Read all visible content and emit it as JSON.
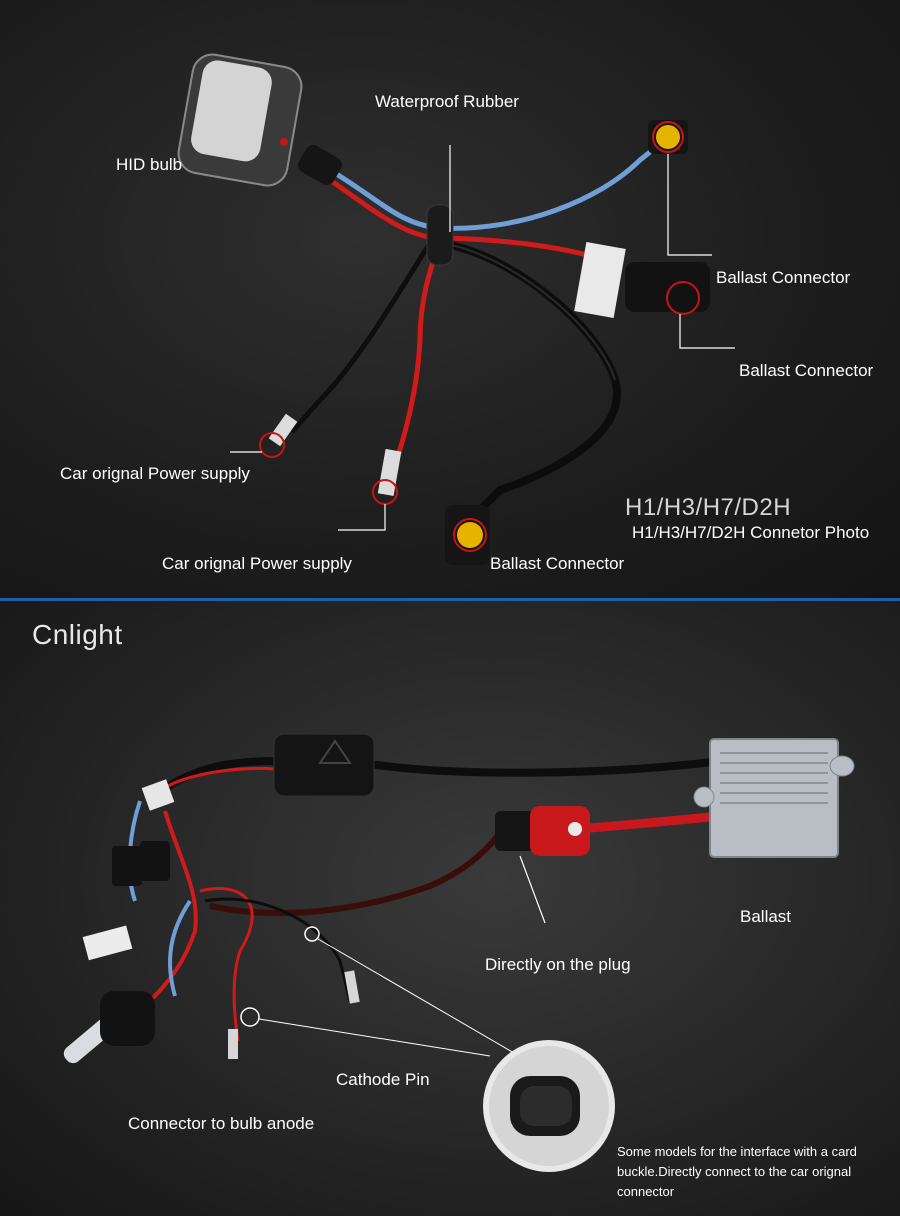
{
  "top_panel": {
    "labels": {
      "hid_bulb": "HID bulb",
      "waterproof_rubber": "Waterproof Rubber",
      "ballast_connector_1": "Ballast Connector",
      "ballast_connector_2": "Ballast Connector",
      "ballast_connector_3": "Ballast Connector",
      "car_power_1": "Car orignal Power supply",
      "car_power_2": "Car orignal Power supply"
    },
    "code_title": "H1/H3/H7/D2H",
    "code_caption": "H1/H3/H7/D2H Connetor Photo"
  },
  "bottom_panel": {
    "brand": "Cnlight",
    "labels": {
      "ballast": "Ballast",
      "directly_on_plug": "Directly on the plug",
      "cathode_pin": "Cathode Pin",
      "connector_to_bulb_anode": "Connector to bulb anode"
    },
    "note": "Some models for the interface with a card buckle.Directly connect to the car orignal connector"
  },
  "colors": {
    "divider": "#1f5fa8",
    "wire_red": "#d11a1a",
    "wire_blue": "#6f9fd6",
    "wire_black": "#111111",
    "highlight_circle": "#c81414"
  }
}
